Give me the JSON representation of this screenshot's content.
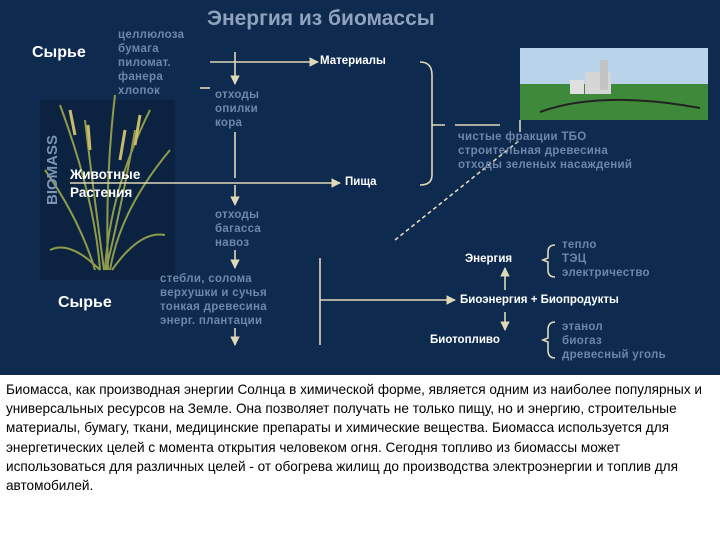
{
  "title": "Энергия из биомассы",
  "side_label": "BIOMASS",
  "left": {
    "syrye_top": "Сырье",
    "syrye_bottom": "Сырье",
    "animals": "Животные",
    "plants": "Растения"
  },
  "raw_group1": [
    "целлюлоза",
    "бумага",
    "пиломат.",
    "фанера",
    "хлопок"
  ],
  "waste_group1": [
    "отходы",
    "опилки",
    "кора"
  ],
  "waste_group2": [
    "отходы",
    "багасса",
    "навоз"
  ],
  "raw_group2": [
    "стебли, солома",
    "верхушки и сучья",
    "тонкая древесина",
    "энерг. плантации"
  ],
  "nodes": {
    "materials": "Материалы",
    "food": "Пища",
    "energy": "Энергия",
    "bioenergy": "Биоэнергия + Биопродукты",
    "biofuel": "Биотопливо"
  },
  "tbo_group": [
    "чистые фракции ТБО",
    "строительная древесина",
    "отходы зеленых насаждений"
  ],
  "energy_group": [
    "тепло",
    "ТЭЦ",
    "электричество"
  ],
  "biofuel_group": [
    "этанол",
    "биогаз",
    "древесный уголь"
  ],
  "caption": "Биомасса, как производная энергии Солнца в химической форме, является одним из наиболее популярных и универсальных ресурсов на Земле. Она позволяет получать не только пищу, но и энергию, строительные материалы, бумагу, ткани, медицинские препараты и химические вещества. Биомасса используется для энергетических целей с момента открытия человеком огня. Сегодня топливо из биомассы может использоваться для различных целей - от обогрева жилищ до производства электроэнергии и топлив для автомобилей.",
  "colors": {
    "background": "#0e2a4f",
    "arrows": "#e0d8b8",
    "label_blue": "#6e86a8",
    "title": "#8fa3bd"
  }
}
